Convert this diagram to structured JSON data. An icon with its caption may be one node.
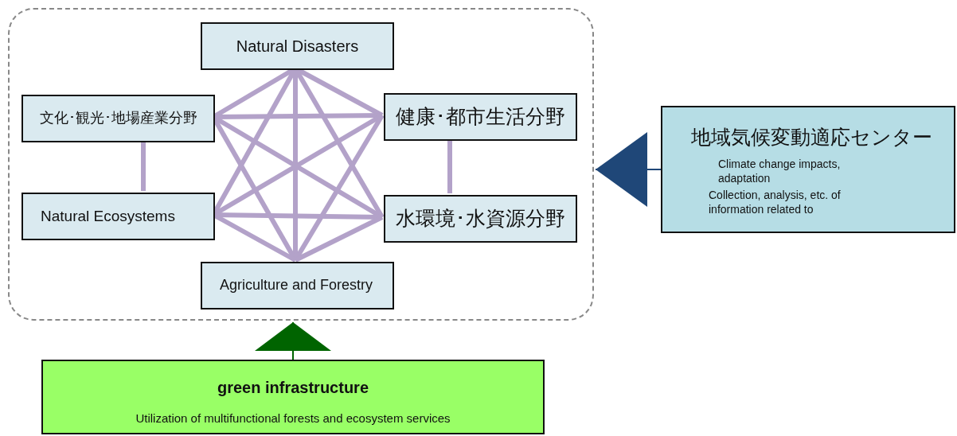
{
  "diagram": {
    "nodes": [
      {
        "text": [],
        "shape": "box"
      },
      {
        "text": [
          "Natural Disasters"
        ],
        "in": 0
      },
      {
        "text": [
          "文化･観光･地場産業分野"
        ],
        "in": 0
      },
      {
        "text": [
          "健康･都市生活分野"
        ],
        "in": 0
      },
      {
        "text": [
          "Natural Ecosystems"
        ],
        "in": 0
      },
      {
        "text": [
          "水環境･水資源分野"
        ],
        "in": 0
      },
      {
        "text": [
          "Agriculture and Forestry"
        ],
        "in": 0
      },
      {
        "text": [
          "地域気候変動適応センター",
          "Climate change impacts, adaptation",
          "Collection, analysis, etc. of information related to"
        ]
      },
      {
        "text": [
          "green infrastructure",
          "Utilization of multifunctional forests and ecosystem services"
        ]
      }
    ],
    "edges": [
      {
        "from": 1,
        "to": 2,
        "arrow": "none"
      },
      {
        "from": 1,
        "to": 3,
        "arrow": "none"
      },
      {
        "from": 1,
        "to": 4,
        "arrow": "none"
      },
      {
        "from": 1,
        "to": 5,
        "arrow": "none"
      },
      {
        "from": 1,
        "to": 6,
        "arrow": "none"
      },
      {
        "from": 2,
        "to": 3,
        "arrow": "none"
      },
      {
        "from": 2,
        "to": 4,
        "arrow": "none"
      },
      {
        "from": 2,
        "to": 5,
        "arrow": "none"
      },
      {
        "from": 2,
        "to": 6,
        "arrow": "none"
      },
      {
        "from": 3,
        "to": 4,
        "arrow": "none"
      },
      {
        "from": 3,
        "to": 5,
        "arrow": "none"
      },
      {
        "from": 3,
        "to": 6,
        "arrow": "none"
      },
      {
        "from": 4,
        "to": 5,
        "arrow": "none"
      },
      {
        "from": 4,
        "to": 6,
        "arrow": "none"
      },
      {
        "from": 5,
        "to": 6,
        "arrow": "none"
      },
      {
        "from": 7,
        "to": 0,
        "arrow": "to",
        "color": "#1f4778"
      },
      {
        "from": 8,
        "to": 0,
        "arrow": "to",
        "color": "#006400"
      }
    ]
  }
}
